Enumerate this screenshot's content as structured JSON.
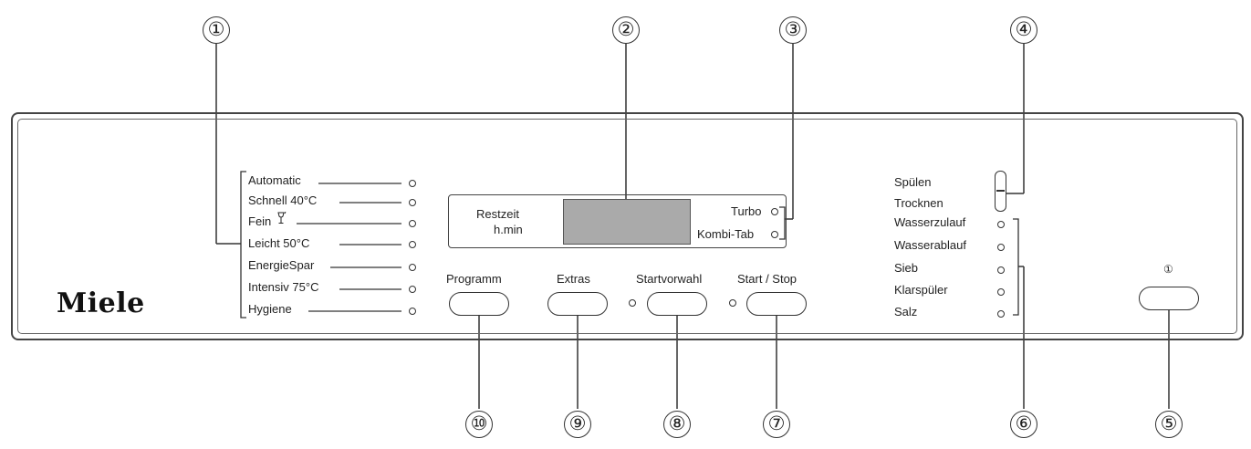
{
  "brand": "Miele",
  "programs": [
    "Automatic",
    "Schnell 40°C",
    "Fein",
    "Leicht   50°C",
    "EnergieSpar",
    "Intensiv 75°C",
    "Hygiene"
  ],
  "display": {
    "remaining_label": "Restzeit",
    "remaining_unit": "h.min"
  },
  "options": [
    "Turbo",
    "Kombi-Tab"
  ],
  "buttons": {
    "programm": "Programm",
    "extras": "Extras",
    "startvorwahl": "Startvorwahl",
    "start_stop": "Start / Stop",
    "power_symbol": "①"
  },
  "toggle_labels": [
    "Spülen",
    "Trocknen"
  ],
  "indicators": [
    "Wasserzulauf",
    "Wasserablauf",
    "Sieb",
    "Klarspüler",
    "Salz"
  ],
  "callouts": [
    "①",
    "②",
    "③",
    "④",
    "⑤",
    "⑥",
    "⑦",
    "⑧",
    "⑨",
    "⑩"
  ]
}
